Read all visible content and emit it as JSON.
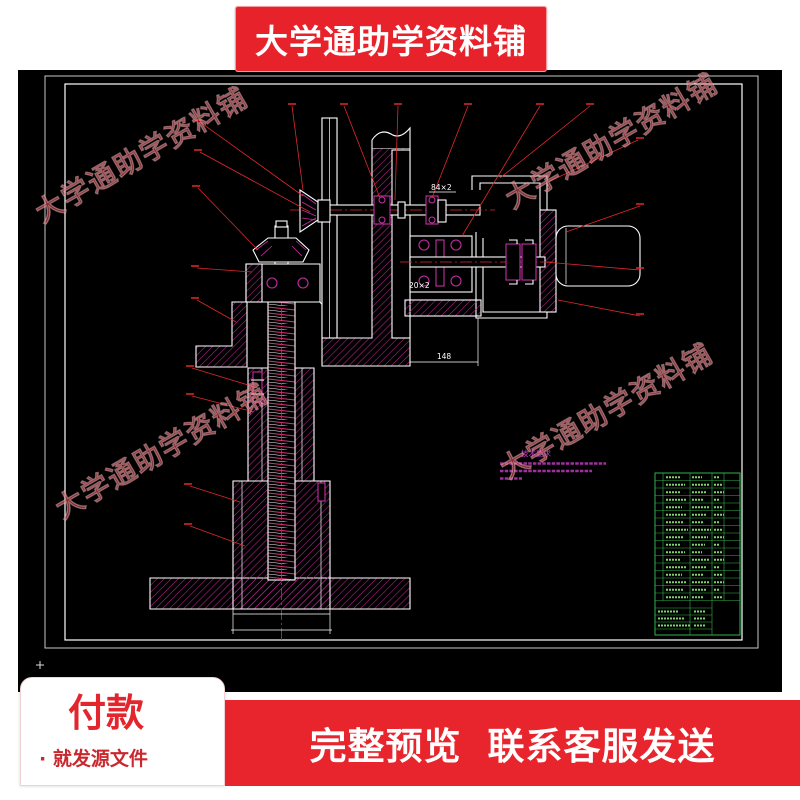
{
  "banner": {
    "title": "大学通助学资料铺"
  },
  "watermarks": [
    "大学通助学资料铺",
    "大学通助学资料铺",
    "大学通助学资料铺",
    "大学通助学资料铺"
  ],
  "drawing": {
    "dimensions": {
      "upper_fit": "84×2",
      "lower_fit": "20×2",
      "span": "148"
    },
    "tech_requirements_title": "技术要求"
  },
  "promo": {
    "pay_title": "付款",
    "pay_subtitle": "· 就发源文件",
    "preview_text": "完整预览",
    "contact_text": "联系客服发送"
  },
  "colors": {
    "brand_red": "#e7222a",
    "drawing_background": "#000000",
    "outline": "#ffffff",
    "hatch": "#b8268f",
    "leader": "#e0282c",
    "title_block": "#2fb34a"
  }
}
